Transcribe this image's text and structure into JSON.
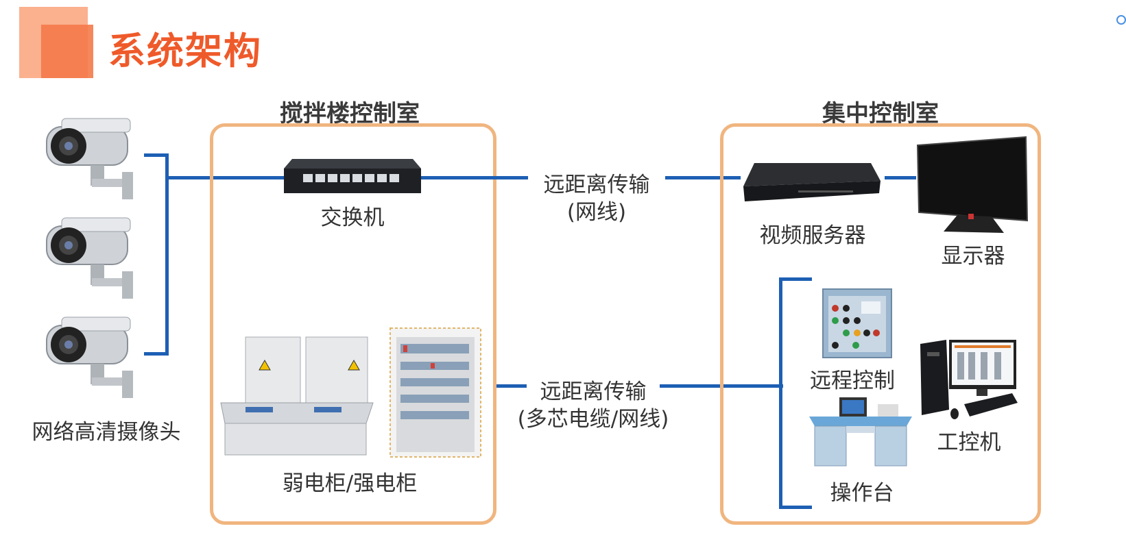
{
  "header": {
    "title": "系统架构"
  },
  "cameras": {
    "label": "网络高清摄像头"
  },
  "mixing_room": {
    "title": "搅拌楼控制室",
    "switch_label": "交换机",
    "cabinet_label": "弱电柜/强电柜"
  },
  "links": {
    "top": {
      "line1": "远距离传输",
      "line2": "(网线)"
    },
    "bottom": {
      "line1": "远距离传输",
      "line2": "(多芯电缆/网线)"
    }
  },
  "central_room": {
    "title": "集中控制室",
    "video_server_label": "视频服务器",
    "display_label": "显示器",
    "remote_control_label": "远程控制",
    "console_label": "操作台",
    "ipc_label": "工控机"
  },
  "colors": {
    "accent": "#ef5a2a",
    "line": "#1d5fb4",
    "frame": "#f0b57f"
  }
}
